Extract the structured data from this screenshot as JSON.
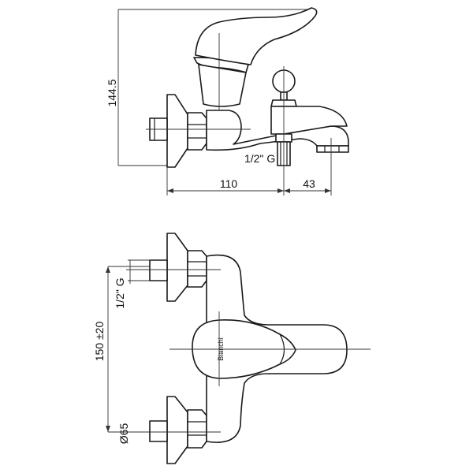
{
  "dimensions": {
    "height_top": "144.5",
    "thread_top": "1/2\" G",
    "width_main": "110",
    "width_spout": "43",
    "thread_side": "1/2\" G",
    "centers": "150 ±20",
    "flange_diameter": "Ø65"
  },
  "brand_text": "Bianchi",
  "colors": {
    "line": "#1a1a1a",
    "background": "#ffffff"
  }
}
